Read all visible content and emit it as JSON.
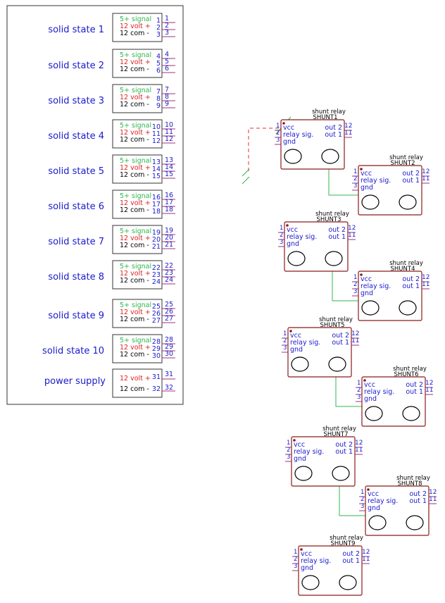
{
  "colors": {
    "frame": "#333333",
    "label": "#1a1acc",
    "signal": "#2db84d",
    "volt": "#e02020",
    "com": "#000000",
    "pin": "#a0307a",
    "relay_box": "#8b1a1a",
    "wire": "#2db84d",
    "dashed": "#e03030"
  },
  "terminals": [
    {
      "label": "solid state 1",
      "lines": [
        "5+ signal",
        "12 volt +",
        "12 com -"
      ],
      "pins": [
        "1",
        "2",
        "3"
      ]
    },
    {
      "label": "solid state 2",
      "lines": [
        "5+ signal",
        "12 volt +",
        "12 com -"
      ],
      "pins": [
        "4",
        "5",
        "6"
      ]
    },
    {
      "label": "solid state 3",
      "lines": [
        "5+ signal",
        "12 volt +",
        "12 com -"
      ],
      "pins": [
        "7",
        "8",
        "9"
      ]
    },
    {
      "label": "solid state 4",
      "lines": [
        "5+ signal",
        "12 volt +",
        "12 com -"
      ],
      "pins": [
        "10",
        "11",
        "12"
      ]
    },
    {
      "label": "solid state 5",
      "lines": [
        "5+ signal",
        "12 volt +",
        "12 com -"
      ],
      "pins": [
        "13",
        "14",
        "15"
      ]
    },
    {
      "label": "solid state 6",
      "lines": [
        "5+ signal",
        "12 volt +",
        "12 com -"
      ],
      "pins": [
        "16",
        "17",
        "18"
      ]
    },
    {
      "label": "solid state 7",
      "lines": [
        "5+ signal",
        "12 volt +",
        "12 com -"
      ],
      "pins": [
        "19",
        "20",
        "21"
      ]
    },
    {
      "label": "solid state 8",
      "lines": [
        "5+ signal",
        "12 volt +",
        "12 com -"
      ],
      "pins": [
        "22",
        "23",
        "24"
      ]
    },
    {
      "label": "solid state 9",
      "lines": [
        "5+ signal",
        "12 volt +",
        "12 com -"
      ],
      "pins": [
        "25",
        "26",
        "27"
      ]
    },
    {
      "label": "solid state 10",
      "lines": [
        "5+ signal",
        "12 volt +",
        "12 com -"
      ],
      "pins": [
        "28",
        "29",
        "30"
      ]
    }
  ],
  "power_supply": {
    "label": "power supply",
    "lines": [
      "12 volt +",
      "12 com -"
    ],
    "pins": [
      "31",
      "32"
    ]
  },
  "relays": [
    {
      "type": "shunt relay",
      "name": "SHUNT1",
      "inputs": [
        "vcc",
        "relay sig.",
        "gnd"
      ],
      "outputs": [
        "out 2",
        "out 1"
      ],
      "in_pins": [
        "1",
        "2",
        "3"
      ],
      "out_pins": [
        "12",
        "11"
      ]
    },
    {
      "type": "shunt relay",
      "name": "SHUNT2",
      "inputs": [
        "vcc",
        "relay sig.",
        "gnd"
      ],
      "outputs": [
        "out 2",
        "out 1"
      ],
      "in_pins": [
        "1",
        "2",
        "3"
      ],
      "out_pins": [
        "12",
        "11"
      ]
    },
    {
      "type": "shunt relay",
      "name": "SHUNT3",
      "inputs": [
        "vcc",
        "relay sig.",
        "gnd"
      ],
      "outputs": [
        "out 2",
        "out 1"
      ],
      "in_pins": [
        "1",
        "2",
        "3"
      ],
      "out_pins": [
        "12",
        "11"
      ]
    },
    {
      "type": "shunt relay",
      "name": "SHUNT4",
      "inputs": [
        "vcc",
        "relay sig.",
        "gnd"
      ],
      "outputs": [
        "out 2",
        "out 1"
      ],
      "in_pins": [
        "1",
        "2",
        "3"
      ],
      "out_pins": [
        "12",
        "11"
      ]
    },
    {
      "type": "shunt relay",
      "name": "SHUNT5",
      "inputs": [
        "vcc",
        "relay sig.",
        "gnd"
      ],
      "outputs": [
        "out 2",
        "out 1"
      ],
      "in_pins": [
        "1",
        "2",
        "3"
      ],
      "out_pins": [
        "12",
        "11"
      ]
    },
    {
      "type": "shunt relay",
      "name": "SHUNT6",
      "inputs": [
        "vcc",
        "relay sig.",
        "gnd"
      ],
      "outputs": [
        "out 2",
        "out 1"
      ],
      "in_pins": [
        "1",
        "2",
        "3"
      ],
      "out_pins": [
        "12",
        "11"
      ]
    },
    {
      "type": "shunt relay",
      "name": "SHUNT7",
      "inputs": [
        "vcc",
        "relay sig.",
        "gnd"
      ],
      "outputs": [
        "out 2",
        "out 1"
      ],
      "in_pins": [
        "1",
        "2",
        "3"
      ],
      "out_pins": [
        "12",
        "11"
      ]
    },
    {
      "type": "shunt relay",
      "name": "SHUNT8",
      "inputs": [
        "vcc",
        "relay sig.",
        "gnd"
      ],
      "outputs": [
        "out 2",
        "out 1"
      ],
      "in_pins": [
        "1",
        "2",
        "3"
      ],
      "out_pins": [
        "12",
        "11"
      ]
    },
    {
      "type": "shunt relay",
      "name": "SHUNT9",
      "inputs": [
        "vcc",
        "relay sig.",
        "gnd"
      ],
      "outputs": [
        "out 2",
        "out 1"
      ],
      "in_pins": [
        "1",
        "2",
        "3"
      ],
      "out_pins": [
        "12",
        "11"
      ]
    }
  ]
}
